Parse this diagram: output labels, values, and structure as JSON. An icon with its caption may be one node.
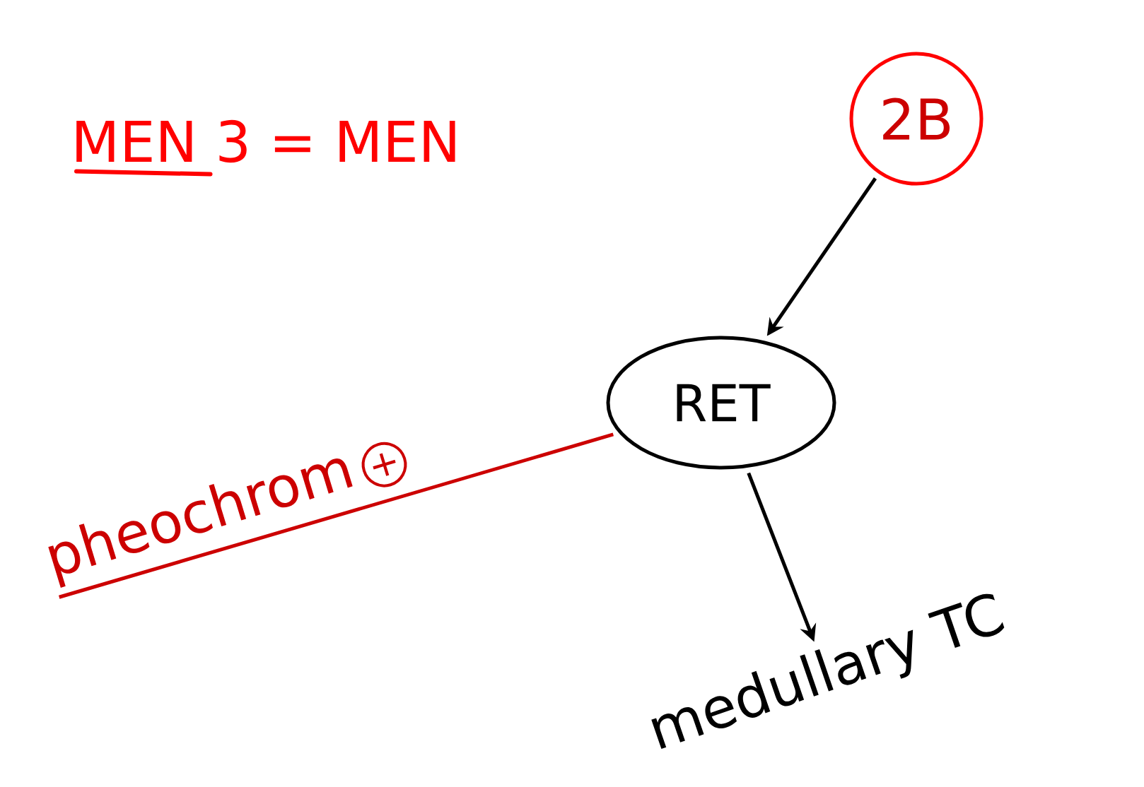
{
  "diagram": {
    "nodes": [
      {
        "text": [
          "2B"
        ]
      },
      {
        "text": [
          "RET"
        ]
      },
      {
        "text": [
          "pheochrom",
          "+"
        ]
      },
      {
        "text": [
          "medullary TC"
        ]
      }
    ],
    "edges": [
      {
        "from": 0,
        "to": 1,
        "arrow": "to"
      },
      {
        "from": 1,
        "to": 2,
        "arrow": "none",
        "color": "#cc0000"
      },
      {
        "from": 1,
        "to": 3,
        "arrow": "to"
      }
    ],
    "labels": [
      "MEN 3 = MEN"
    ]
  }
}
